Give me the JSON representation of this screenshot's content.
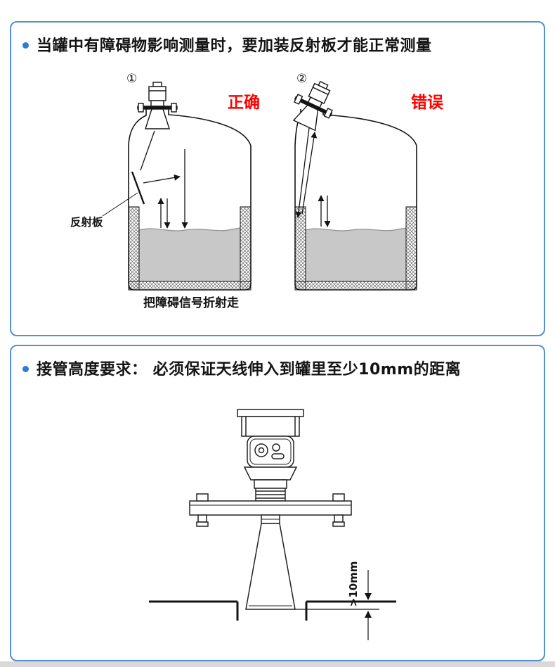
{
  "page": {
    "background": "#ffffff",
    "panel_border_color": "#4f91d3",
    "bullet_color": "#2e7cd6",
    "footer_bar_color": "#d9d9d9"
  },
  "panel1": {
    "title": "当罐中有障碍物影响测量时，要加装反射板才能正常测量",
    "figure1_number": "①",
    "figure2_number": "②",
    "correct_label": "正确",
    "incorrect_label": "错误",
    "status_color": "#ff0000",
    "reflector_label": "反射板",
    "caption": "把障碍信号折射走"
  },
  "panel2": {
    "title": "接管高度要求： 必须保证天线伸入到罐里至少10mm的距离",
    "dimension_label": ">10mm"
  }
}
